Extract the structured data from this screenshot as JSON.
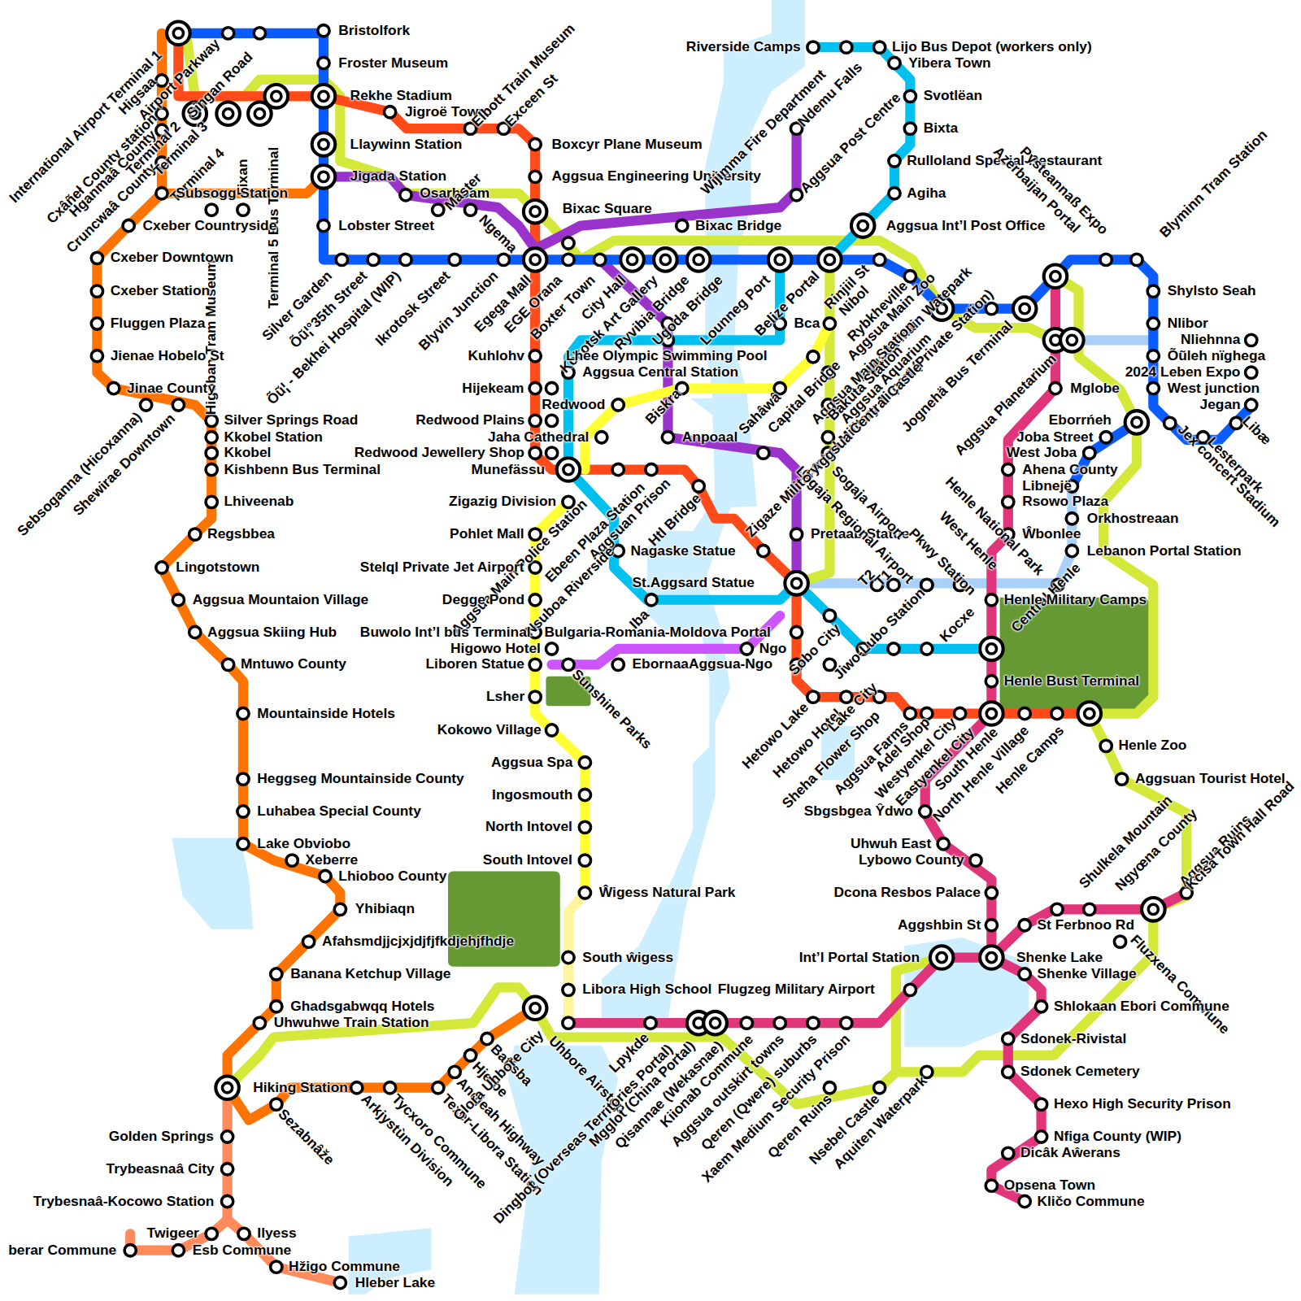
{
  "diagram": {
    "labels": [
      "International Airport Terminal 1",
      "Higsaa",
      "Airport Parkway",
      "Singan Road",
      "Cxâñeł County station",
      "Hganmaâ County",
      "Cruncwaâ County",
      "Terminal 2",
      "Terminal 3",
      "Terminal 4",
      "Fixan",
      "Terminal 5 Bus Terminal",
      "Higoban Tram Museum",
      "Bristolfork",
      "Froster Museum",
      "Rekhe Stadium",
      "Jigroë Town",
      "Elbott Train Museum",
      "Exceen St",
      "Llaywinn Station",
      "Jigada Station",
      "Osarbbam",
      "Master",
      "Ngema",
      "Subsogg Station",
      "Lobster Street",
      "Cxeber Countryside",
      "Cxeber Downtown",
      "Cxeber Station",
      "Fluggen Plaza",
      "Jienae Hobelo St",
      "Jinae County",
      "Sebsoganna (Hicoxanna)",
      "Shewirae Downtown",
      "Silver Springs Road",
      "Kkobel Station",
      "Kkobel",
      "Kishbenn Bus Terminal",
      "Lhiveenab",
      "Regsbbea",
      "Lingotstown",
      "Aggsua Mountaion Village",
      "Aggsua Skiing Hub",
      "Mntuwo County",
      "Mountainside Hotels",
      "Heggseg Mountainside County",
      "Luhabea Special County",
      "Lake Obviobo",
      "Xeberre",
      "Lhioboo County",
      "Yhibiaqn",
      "Afahsmdjjcjxjdjfjfkdjehjfhdje",
      "Banana Ketchup Village",
      "Ghadsgabwqq Hotels",
      "Uhwuhwe Train Station",
      "Hiking Station",
      "Sezabnâže",
      "Golden Springs",
      "Trybeasnaâ City",
      "Trybesnaâ-Kocowo Station",
      "Twigeer",
      "Ilyess",
      "berar Commune",
      "Esb Commune",
      "Hžigo Commune",
      "Hleber Lake",
      "Silver Garden",
      "Õũ¦°35th Street",
      "Õũ¦ - Bekhei Hospital (WIP)",
      "Ikrotosk Street",
      "Blyvin Junction",
      "Egega Mall",
      "EGE Orana",
      "Boxter Town",
      "City Hall",
      "Kokotsk Art Gallery",
      "Ryvibia Bridge",
      "Ugoda Bridge",
      "Lounneg Port",
      "Belize Portal",
      "Boxcyr Plane Museum",
      "Aggsua Engineering University",
      "Bixac Square",
      "Wijimma Fire Department",
      "Bixac Bridge",
      "Ndemu Falls",
      "Aggsua Post Centre",
      "Riverside Camps",
      "Lijo Bus Depot (workers only)",
      "Yibera Town",
      "Svotlëan",
      "Bixta",
      "Rulloland Special Restaurant",
      "Agiha",
      "Aggsua Int’l Post Office",
      "Azerbaijan Portal",
      "Pysteannaß Expo",
      "Blyminn Tram Station",
      "Rinjiil St",
      "Nibol",
      "Rybkheville",
      "Aggsua Main Zoo",
      "Aggsua Main Watepark",
      "Central Military Airport (Private Station)",
      "Jognehä Bus Terminal",
      "Aggsua Main Station",
      "Bakuta Station",
      "Aggsua Aquarium",
      "Aggsua Central Castle",
      "Bca",
      "Capital Bridge",
      "Sahâwâ",
      "Biskra",
      "Lhee Olympic Swimming Pool",
      "Aggsua Central Station",
      "Kuhlohv",
      "Hijekeam",
      "Redwood",
      "Redwood Plains",
      "Jaha Cathedral",
      "Redwood Jewellery Shop",
      "Munefässu",
      "Anpoaal",
      "Zigazig Division",
      "Ebeen Plaza Station",
      "Aggsua Main Police Station",
      "Aggsuan Prison",
      "Htl Bridge",
      "Nsuboa Riverside",
      "Nagaske Statue",
      "Iba",
      "St.Aggsard Statue",
      "Pohlet Mall",
      "Stelql Private Jet Airport",
      "Degge Pond",
      "Buwolo Int’l bus Terminal",
      "Bulgaria-Romania-Moldova Portal",
      "Higowo Hotel",
      "Liboren Statue",
      "Sunshine Parks",
      "Ebornaa",
      "Aggsua-Ngo",
      "Ngo",
      "Lsher",
      "Kokowo Village",
      "Aggsua Spa",
      "Ingosmouth",
      "North Intovel",
      "South Intovel",
      "Ŵigess Natural Park",
      "South ŵigess",
      "Libora High School",
      "Pretaab Statue",
      "Zigaze Military",
      "Logaja Regional Airport",
      "Sogaja Airport",
      "T2",
      "T1",
      "Pkwy Station",
      "West Henle",
      "Henle National Park",
      "Central Henle",
      "Jiwo-Lubo Station",
      "Kocxe",
      "Sobo City",
      "Hetowo Lake",
      "Hetowo Hotel",
      "Lake City",
      "Sheha Flower Shop",
      "Aggsua Farms",
      "Adel Shop",
      "Westyenkel City",
      "Eastyenkel City",
      "South Henle",
      "North Henle Village",
      "Henle Camps",
      "Henle Military Camps",
      "Henle Bust Terminal",
      "Henle Zoo",
      "Aggsuan Tourist Hotel",
      "Sbgsbgea Ŷdwo",
      "Uhwuh East",
      "Lybowo County",
      "Dcona Resbos Palace",
      "Aggshbin St",
      "Int’l Portal Station",
      "Shenke Lake",
      "Shenke Village",
      "St Ferbnoo Rd",
      "Shulkela Mountain",
      "Ngyœna County",
      "Aggsua Ruins",
      "Kcisa Town Hall Road",
      "Fluzxena Commune",
      "Shlokaan Ebori Commune",
      "Sdonek-Rivistal",
      "Sdonek Cemetery",
      "Hexo High Security Prison",
      "Nfiga County (WIP)",
      "Dicâk Aŵerans",
      "Opsena Town",
      "Kličo Commune",
      "Flugzeg Military Airport",
      "Arkjystùn Division",
      "Tycxoro Commune",
      "Texer-Libora Station",
      "Andjeah Highway",
      "Hjetbe",
      "Baffsba",
      "Glora Uhbore City",
      "Uhbore Airstop",
      "Dingbot (Overseas Territories Portal)",
      "Lpykde",
      "Mgglot (China Portal)",
      "Qisannae (Wekasnae)",
      "Kiionab Commune",
      "Aggsua outskirt towns",
      "Qeren (Qwere) suburbs",
      "Xaem Medium Security Prison",
      "Qeren Ruins",
      "Nsebel Castle",
      "Aquiten Waterpark",
      "Aggsua Planetarium",
      "Mglobe",
      "Shylsto Seah",
      "Nlibor",
      "Nliehnna",
      "Õũleh nïghega",
      "2024 Leben Expo",
      "West junction",
      "Jegan",
      "Eborrńeh",
      "Joba Street",
      "West Joba",
      "Ahena County",
      "Libnejë",
      "Rsowo Plaza",
      "Orkhostreaan",
      "Ŵbonlee",
      "Lebanon Portal Station",
      "Jex concert Stadium",
      "Lesterpark",
      "Libæ"
    ]
  }
}
